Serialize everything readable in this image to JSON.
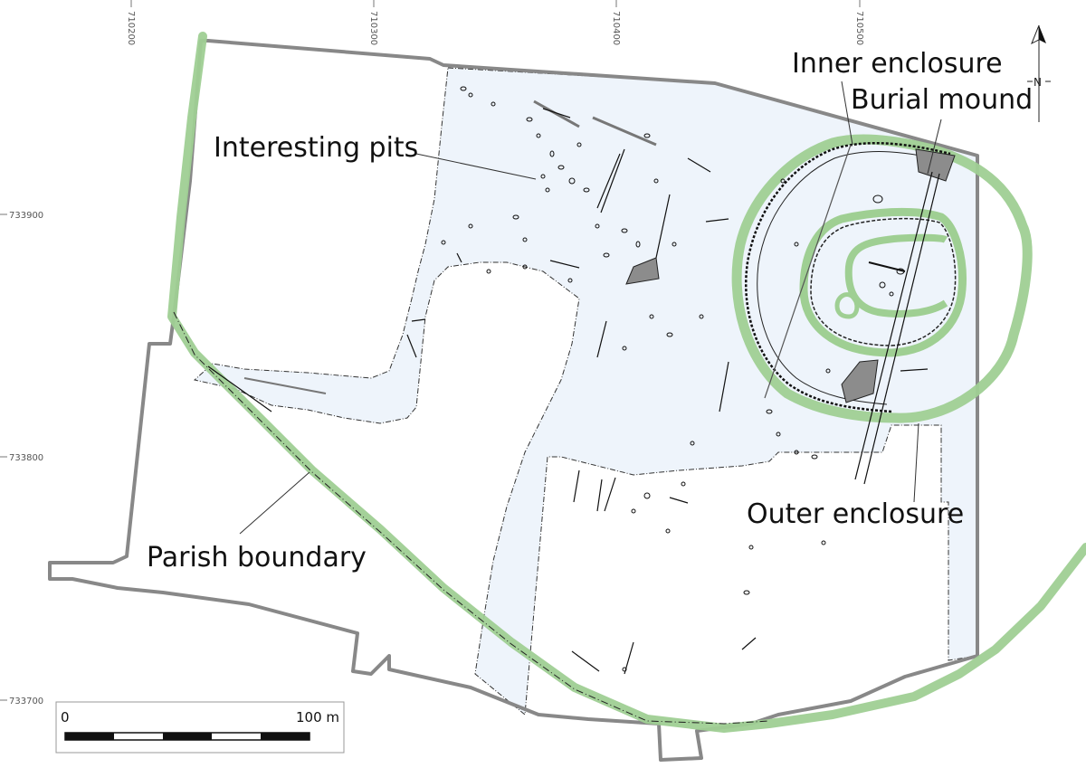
{
  "map": {
    "labels": {
      "inner_enclosure": "Inner enclosure",
      "burial_mound": "Burial mound",
      "interesting_pits": "Interesting pits",
      "outer_enclosure": "Outer enclosure",
      "parish_boundary": "Parish boundary"
    },
    "grid": {
      "easting_labels": [
        "710200",
        "710300",
        "710400",
        "710500"
      ],
      "northing_labels": [
        "733900",
        "733800",
        "733700"
      ]
    },
    "north_arrow": {
      "letter": "N"
    },
    "scale_bar": {
      "start_label": "0",
      "end_label": "100 m",
      "segments": 5
    },
    "colors": {
      "excavation_fill": "#eef4fb",
      "boundary": "#888888",
      "highlight": "#9fcf93",
      "feature_stroke": "#111111",
      "mound_fill": "#8c8c8c"
    }
  }
}
